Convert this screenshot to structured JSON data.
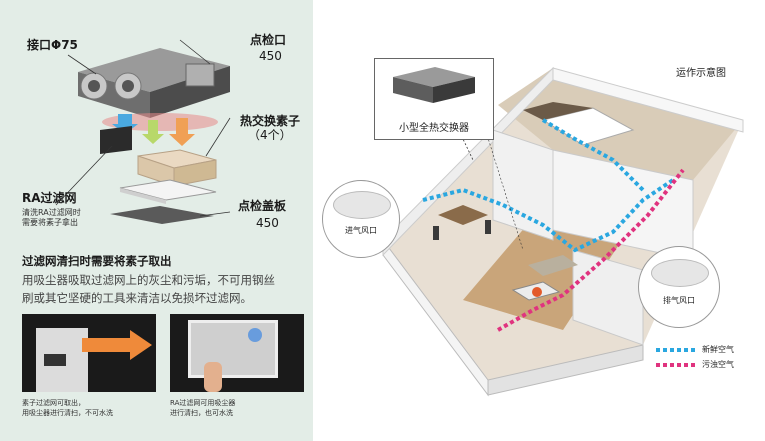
{
  "left": {
    "port_label": "接口Φ75",
    "inspection_port": {
      "title": "点检口",
      "value": "450"
    },
    "heat_exchanger": {
      "title": "热交换素子",
      "count": "（4个）"
    },
    "ra_filter": {
      "title": "RA过滤网",
      "note1": "清洗RA过滤网时",
      "note2": "需要将素子拿出"
    },
    "inspection_cover": {
      "title": "点检盖板",
      "value": "450"
    },
    "cleaning": {
      "heading": "过滤网清扫时需要将素子取出",
      "body1": "用吸尘器吸取过滤网上的灰尘和污垢，不可用钢丝",
      "body2": "刷或其它坚硬的工具来清洁以免损坏过滤网。"
    },
    "photo1": {
      "line1": "素子过滤网可取出，",
      "line2": "用吸尘器进行清扫，不可水洗"
    },
    "photo2": {
      "line1": "RA过滤网可用吸尘器",
      "line2": "进行清扫，也可水洗"
    }
  },
  "right": {
    "title": "运作示意图",
    "unit_label": "小型全热交换器",
    "intake_label": "进气风口",
    "exhaust_label": "排气风口",
    "legend": [
      {
        "label": "新鲜空气",
        "color": "#2aa7e0"
      },
      {
        "label": "污浊空气",
        "color": "#e0337f"
      }
    ]
  }
}
